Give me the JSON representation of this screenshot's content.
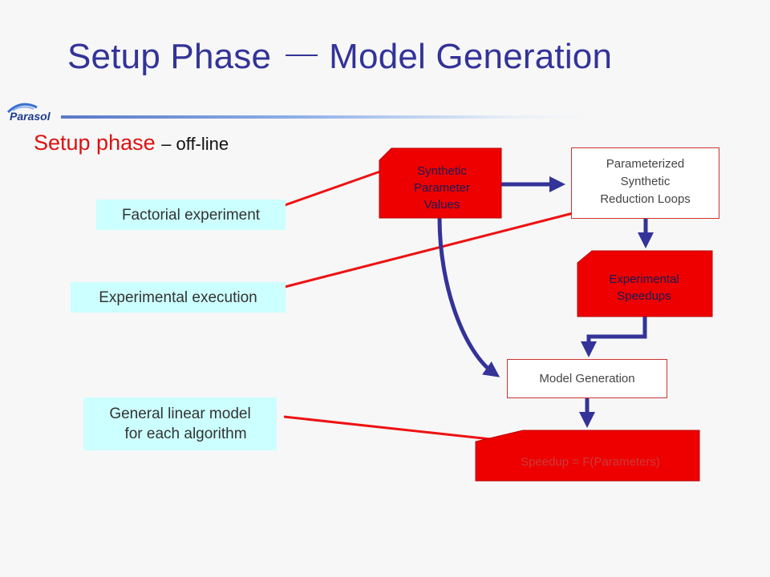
{
  "title": {
    "left": "Setup Phase",
    "right": "Model Generation"
  },
  "logo": {
    "text": "Parasol"
  },
  "subtitle": {
    "main": "Setup phase",
    "rest": "– off-line"
  },
  "labels": {
    "factorial": "Factorial experiment",
    "execution": "Experimental execution",
    "glm_line1": "General linear model",
    "glm_line2": "for each algorithm"
  },
  "boxes": {
    "synthetic_params": "Synthetic\nParameter\nValues",
    "param_loops": "Parameterized\nSynthetic\nReduction Loops",
    "exp_speedups": "Experimental\nSpeedups",
    "model_gen": "Model Generation",
    "speedup_formula": "Speedup = F(Parameters)"
  },
  "colors": {
    "title": "#333399",
    "accent_red": "#ee0000",
    "label_bg": "#ccffff",
    "arrow": "#333399"
  }
}
